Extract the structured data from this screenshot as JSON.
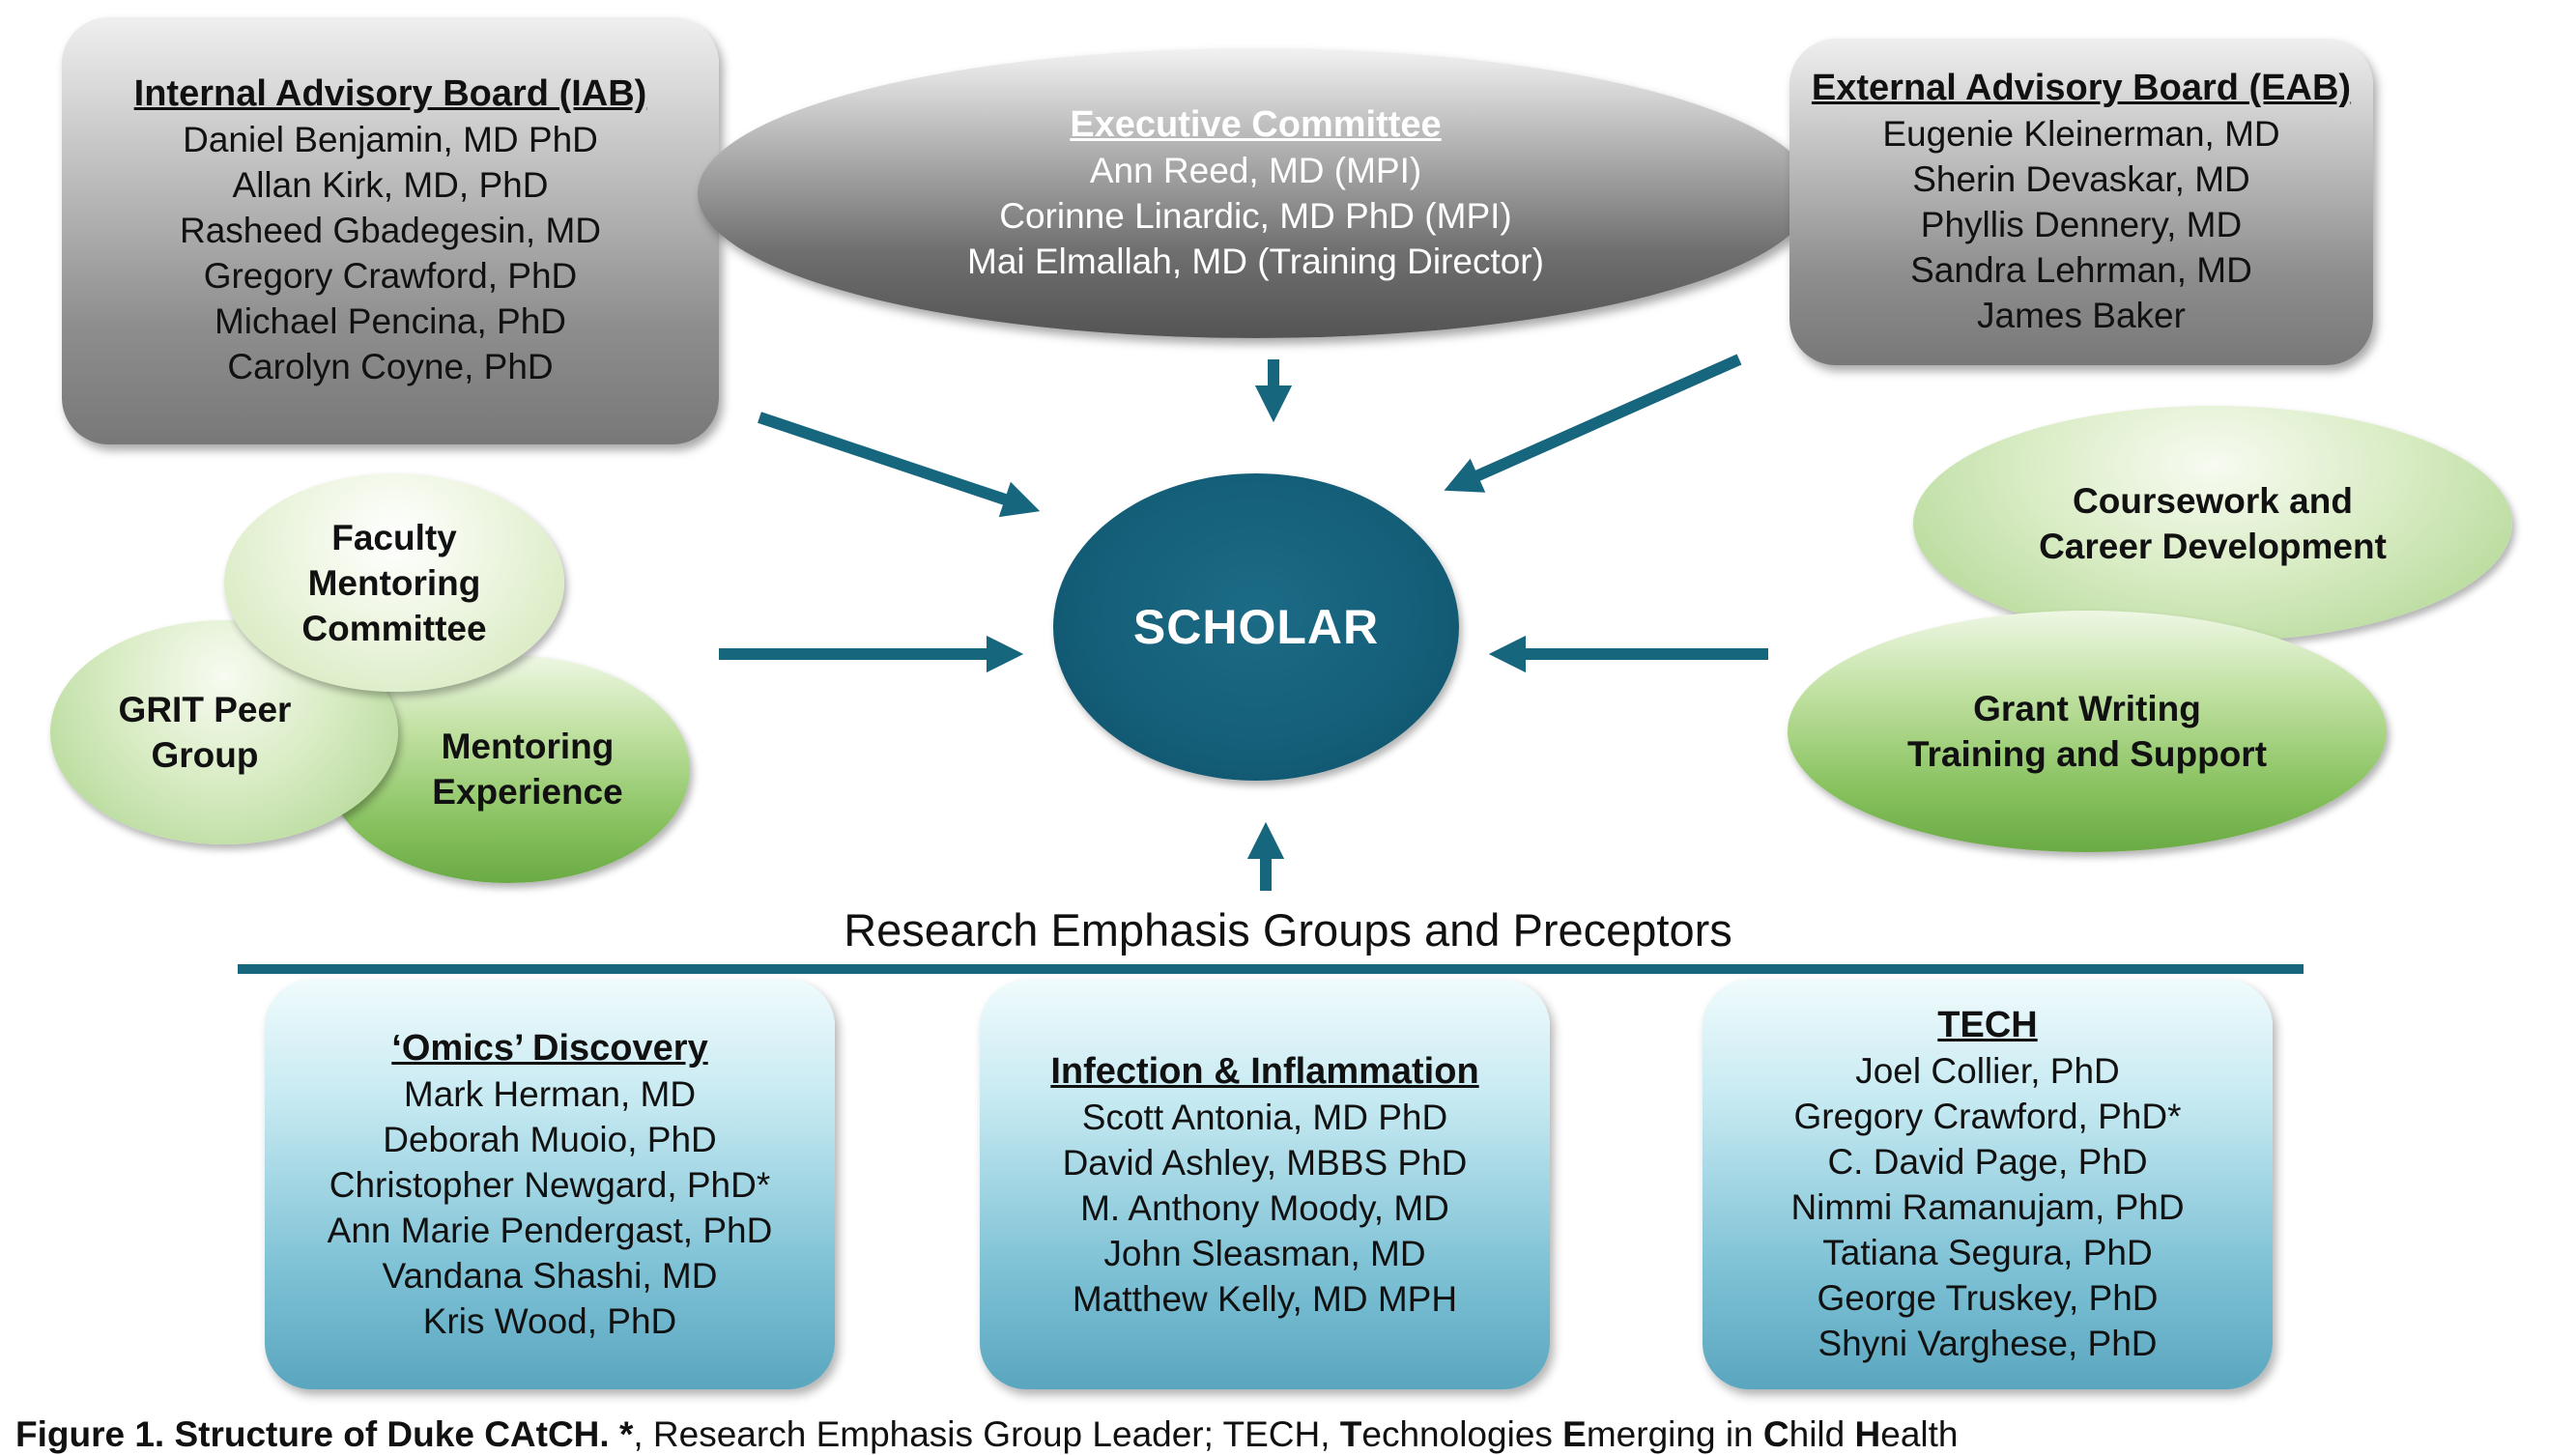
{
  "iab": {
    "title": "Internal Advisory Board (IAB)",
    "members": [
      "Daniel Benjamin, MD PhD",
      "Allan Kirk, MD, PhD",
      "Rasheed Gbadegesin, MD",
      "Gregory Crawford, PhD",
      "Michael Pencina, PhD",
      "Carolyn Coyne, PhD"
    ]
  },
  "exec": {
    "title": "Executive Committee",
    "members": [
      "Ann Reed, MD (MPI)",
      "Corinne Linardic, MD PhD (MPI)",
      "Mai Elmallah, MD (Training Director)"
    ]
  },
  "eab": {
    "title": "External Advisory Board (EAB)",
    "members": [
      "Eugenie Kleinerman, MD",
      "Sherin Devaskar, MD",
      "Phyllis Dennery, MD",
      "Sandra Lehrman, MD",
      "James Baker"
    ]
  },
  "scholar": "SCHOLAR",
  "left_circles": {
    "faculty": [
      "Faculty",
      "Mentoring",
      "Committee"
    ],
    "grit": [
      "GRIT Peer",
      "Group"
    ],
    "mentoring": [
      "Mentoring",
      "Experience"
    ]
  },
  "right_circles": {
    "coursework": [
      "Coursework and",
      "Career Development"
    ],
    "grant": [
      "Grant Writing",
      "Training and Support"
    ]
  },
  "research_title": "Research Emphasis Groups and Preceptors",
  "groups": {
    "omics": {
      "title": "‘Omics’ Discovery",
      "members": [
        "Mark Herman, MD",
        "Deborah Muoio, PhD",
        "Christopher Newgard, PhD*",
        "Ann Marie Pendergast, PhD",
        "Vandana Shashi, MD",
        "Kris Wood, PhD"
      ]
    },
    "infection": {
      "title": "Infection & Inflammation",
      "members": [
        "Scott Antonia, MD PhD",
        "David Ashley, MBBS PhD",
        "M. Anthony Moody, MD",
        "John Sleasman, MD",
        "Matthew Kelly, MD MPH"
      ]
    },
    "tech": {
      "title": "TECH",
      "members": [
        "Joel Collier, PhD",
        "Gregory Crawford, PhD*",
        "C. David Page, PhD",
        "Nimmi Ramanujam, PhD",
        "Tatiana Segura, PhD",
        "George Truskey, PhD",
        "Shyni Varghese, PhD"
      ]
    }
  },
  "caption": {
    "bold": "Figure 1. Structure of Duke CAtCH.",
    "star": "*",
    "text1": ", Research Emphasis Group Leader; TECH, ",
    "t": "T",
    "t_rest": "echnologies ",
    "e": "E",
    "e_rest": "merging in ",
    "c": "C",
    "c_rest": "hild ",
    "h": "H",
    "h_rest": "ealth"
  },
  "colors": {
    "teal": "#16667e",
    "scholar": "#145e78"
  }
}
